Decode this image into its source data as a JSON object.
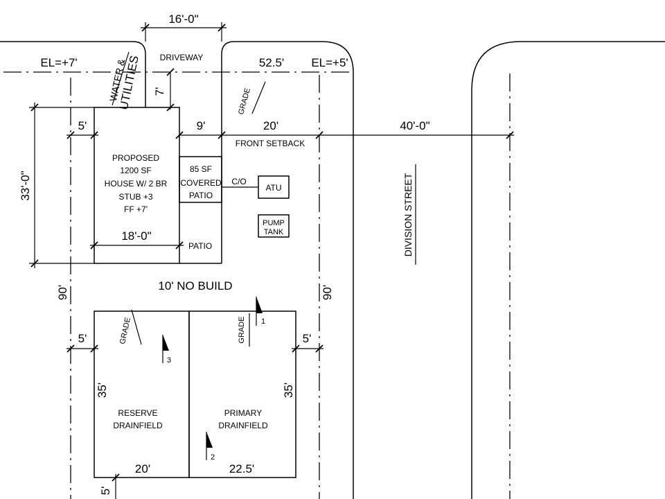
{
  "labels": {
    "dim_driveway_width": "16'-0\"",
    "driveway": "DRIVEWAY",
    "el_left": "EL=+7'",
    "water_1": "WATER &",
    "water_2": "UTILITIES",
    "dim_7": "7'",
    "dim_52_5": "52.5'",
    "el_right": "EL=+5'",
    "grade_top": "GRADE",
    "dim_33": "33'-0\"",
    "dim_5_top": "5'",
    "dim_9": "9'",
    "dim_20_top": "20'",
    "dim_40": "40'-0\"",
    "front_setback": "FRONT SETBACK",
    "house_1": "PROPOSED",
    "house_2": "1200 SF",
    "house_3": "HOUSE W/ 2 BR",
    "house_4": "STUB +3",
    "house_5": "FF +7'",
    "patio_1": "85 SF",
    "patio_2": "COVERED",
    "patio_3": "PATIO",
    "co": "C/O",
    "atu": "ATU",
    "pump_1": "PUMP",
    "pump_2": "TANK",
    "division_street": "DIVISION STREET",
    "dim_18": "18'-0\"",
    "patio": "PATIO",
    "no_build": "10' NO BUILD",
    "dim_90_left": "90'",
    "dim_90_right": "90'",
    "grade_left": "GRADE",
    "grade_mid": "GRADE",
    "flag_1": "1",
    "flag_2": "2",
    "flag_3": "3",
    "dim_5_mid_left": "5'",
    "dim_5_mid_right": "5'",
    "dim_35_left": "35'",
    "dim_35_right": "35'",
    "reserve_1": "RESERVE",
    "reserve_2": "DRAINFIELD",
    "primary_1": "PRIMARY",
    "primary_2": "DRAINFIELD",
    "dim_20_bottom": "20'",
    "dim_22_5": "22.5'",
    "dim_5_bottom": "5'"
  }
}
